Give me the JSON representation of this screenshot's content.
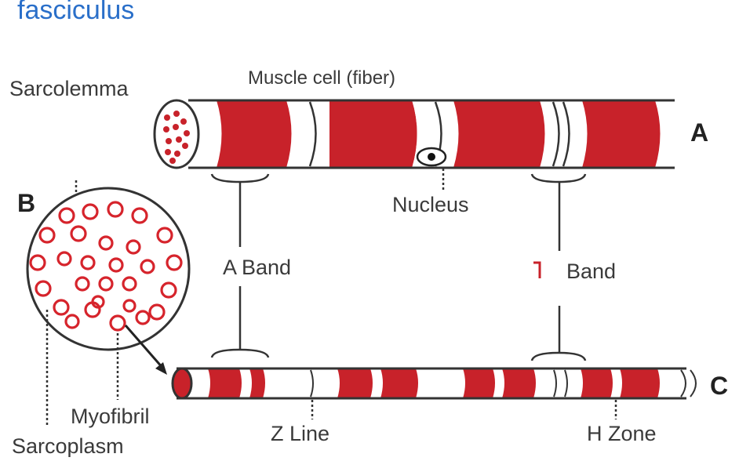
{
  "header": {
    "title": "fasciculus"
  },
  "labels": {
    "muscle_cell": "Muscle cell (fiber)",
    "sarcolemma": "Sarcolemma",
    "nucleus": "Nucleus",
    "a_band": "A Band",
    "i_band": "Band",
    "myofibril": "Myofibril",
    "sarcoplasm": "Sarcoplasm",
    "z_line": "Z Line",
    "h_zone": "H Zone"
  },
  "panel_letters": {
    "a": "A",
    "b": "B",
    "c": "C"
  },
  "colors": {
    "band_red": "#c8222a",
    "outline": "#333333",
    "title_blue": "#2a6fc9"
  }
}
